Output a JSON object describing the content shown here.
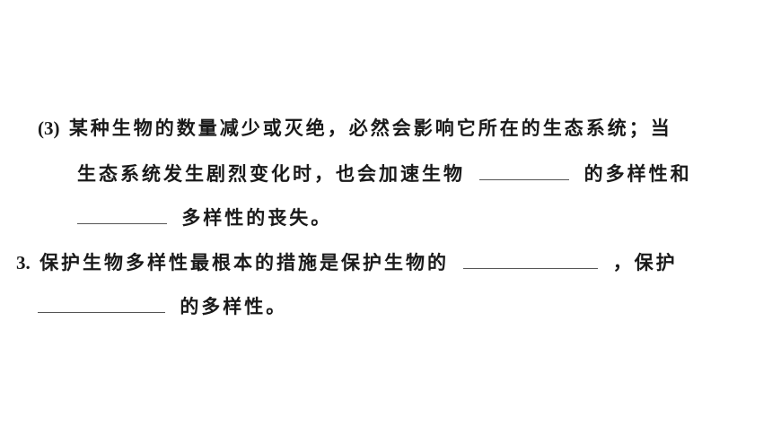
{
  "question_3_sub": {
    "number": "(3)",
    "line1": "某种生物的数量减少或灭绝，必然会影响它所在的生态系统；当",
    "line2_before": "生态系统发生剧烈变化时，也会加速生物",
    "line2_after": "的多样性和",
    "line3_after": "多样性的丧失。"
  },
  "question_3": {
    "number": "3.",
    "line1_before": "保护生物多样性最根本的措施是保护生物的",
    "line1_after": "，保护",
    "line2_after": "的多样性。"
  }
}
